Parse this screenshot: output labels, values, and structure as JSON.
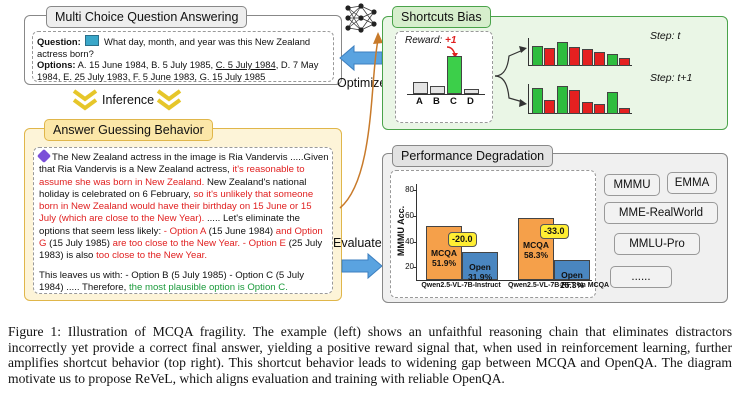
{
  "mcqa": {
    "title": "Multi Choice Question Answering",
    "question_label": "Question:",
    "question_text": "What day, month, and year was this New Zealand actress born?",
    "options_label": "Options:",
    "options_a": "A. 15 June 1984, B. 5 July 1985, ",
    "options_c": "C. 5 July 1984",
    "options_b": ", D. 7 May 1984, E. 25 July 1983, F. 5 June 1983, G. 15 July 1985"
  },
  "inference_label": "Inference",
  "optimize_label": "Optimize",
  "evaluate_label": "Evaluate",
  "guessing": {
    "title": "Answer Guessing Behavior",
    "segments": [
      {
        "t": "The New Zealand actress in the image is Ria Vandervis .....Given that Ria Vandervis is a New Zealand actress, ",
        "c": ""
      },
      {
        "t": "it's reasonable to assume she was born in New Zealand.",
        "c": "red"
      },
      {
        "t": " New Zealand's national holiday is celebrated on 6 February, ",
        "c": ""
      },
      {
        "t": "so it's unlikely that someone born in New Zealand would have their birthday on 15 June or 15 July (which are close to the New Year).",
        "c": "red"
      },
      {
        "t": " ..... Let's eliminate the options that seem less likely: ",
        "c": ""
      },
      {
        "t": "- Option A",
        "c": "red"
      },
      {
        "t": " (15 June 1984) ",
        "c": ""
      },
      {
        "t": "and Option G",
        "c": "red"
      },
      {
        "t": " (15 July 1985) ",
        "c": ""
      },
      {
        "t": "are too close to the New Year. - Option E",
        "c": "red"
      },
      {
        "t": " (25 July 1983) is also ",
        "c": ""
      },
      {
        "t": "too close to the New Year.",
        "c": "red"
      }
    ],
    "leaves_text": "This leaves us with: - Option B (5 July 1985) - Option C (5 July 1984) ..... Therefore, ",
    "plausible_text": "the most plausible option is Option C."
  },
  "shortcut": {
    "title": "Shortcuts Bias",
    "reward_label": "Reward: ",
    "reward_value": "+1",
    "bar_letters": [
      "A",
      "B",
      "C",
      "D"
    ],
    "step_t": "Step: t",
    "step_t1": "Step: t+1"
  },
  "degradation": {
    "title": "Performance Degradation",
    "benchmarks": [
      "MMMU",
      "EMMA",
      "MME-RealWorld",
      "MMLU-Pro",
      "......"
    ]
  },
  "chart_data": {
    "type": "bar",
    "categories": [
      "Qwen2.5-VL-7B-Instruct",
      "Qwen2.5-VL-7B-RFT on MCQA"
    ],
    "series": [
      {
        "name": "MCQA",
        "values": [
          51.9,
          58.3
        ]
      },
      {
        "name": "Open",
        "values": [
          31.9,
          25.3
        ]
      }
    ],
    "deltas": [
      "-20.0",
      "-33.0"
    ],
    "value_labels": [
      [
        "51.9%",
        "31.9%"
      ],
      [
        "58.3%",
        "25.3%"
      ]
    ],
    "ylabel": "MMMU Acc.",
    "yticks": [
      "20",
      "40",
      "60",
      "80"
    ],
    "ylim": [
      10,
      85
    ],
    "colors": {
      "MCQA": "#f5a04a",
      "Open": "#4a86c0"
    }
  },
  "caption": "Figure 1: Illustration of MCQA fragility. The example (left) shows an unfaithful reasoning chain that eliminates distractors incorrectly yet provide a correct final answer, yielding a positive reward signal that, when used in reinforcement learning, further amplifies shortcut behavior (top right). This shortcut behavior leads to widening gap between MCQA and OpenQA. The diagram motivate us to propose ReVeL, which aligns evaluation and training with reliable OpenQA."
}
